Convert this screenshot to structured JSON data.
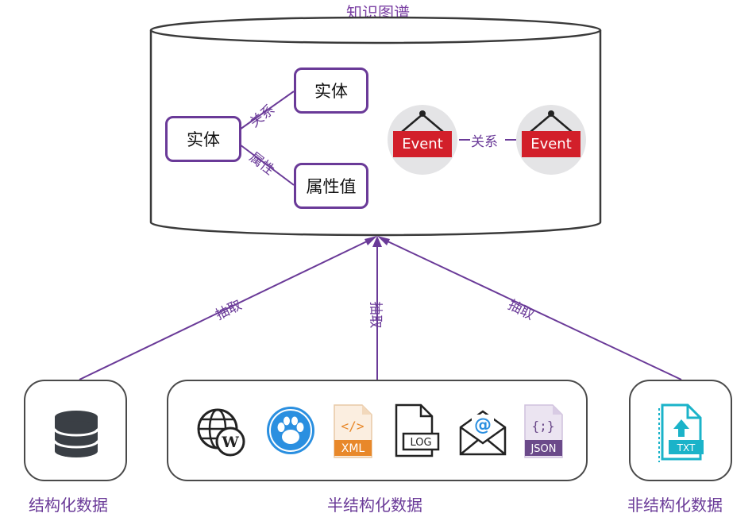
{
  "kg": {
    "title": "知识图谱"
  },
  "entities": {
    "entity_main": "实体",
    "entity_related": "实体",
    "attribute_value": "属性值"
  },
  "edges": {
    "relation": "关系",
    "attribute": "属性",
    "event_relation": "关系"
  },
  "events": {
    "left": "Event",
    "right": "Event"
  },
  "arrows": {
    "left": "抽取",
    "middle": "抽取",
    "right": "抽取"
  },
  "sources": {
    "structured": "结构化数据",
    "semi_structured": "半结构化数据",
    "unstructured": "非结构化数据"
  },
  "icons": {
    "xml_label": "XML",
    "log_label": "LOG",
    "json_label": "JSON",
    "json_glyph": "{;}",
    "txt_label": "TXT",
    "email_glyph": "@",
    "wp_glyph": "W"
  },
  "colors": {
    "accent": "#6a3a98",
    "event_red": "#d21f2a",
    "json_purple": "#6b4a8a",
    "xml_orange": "#e8882a",
    "paw_blue": "#2a8fe0",
    "txt_teal": "#1bb3c9"
  }
}
